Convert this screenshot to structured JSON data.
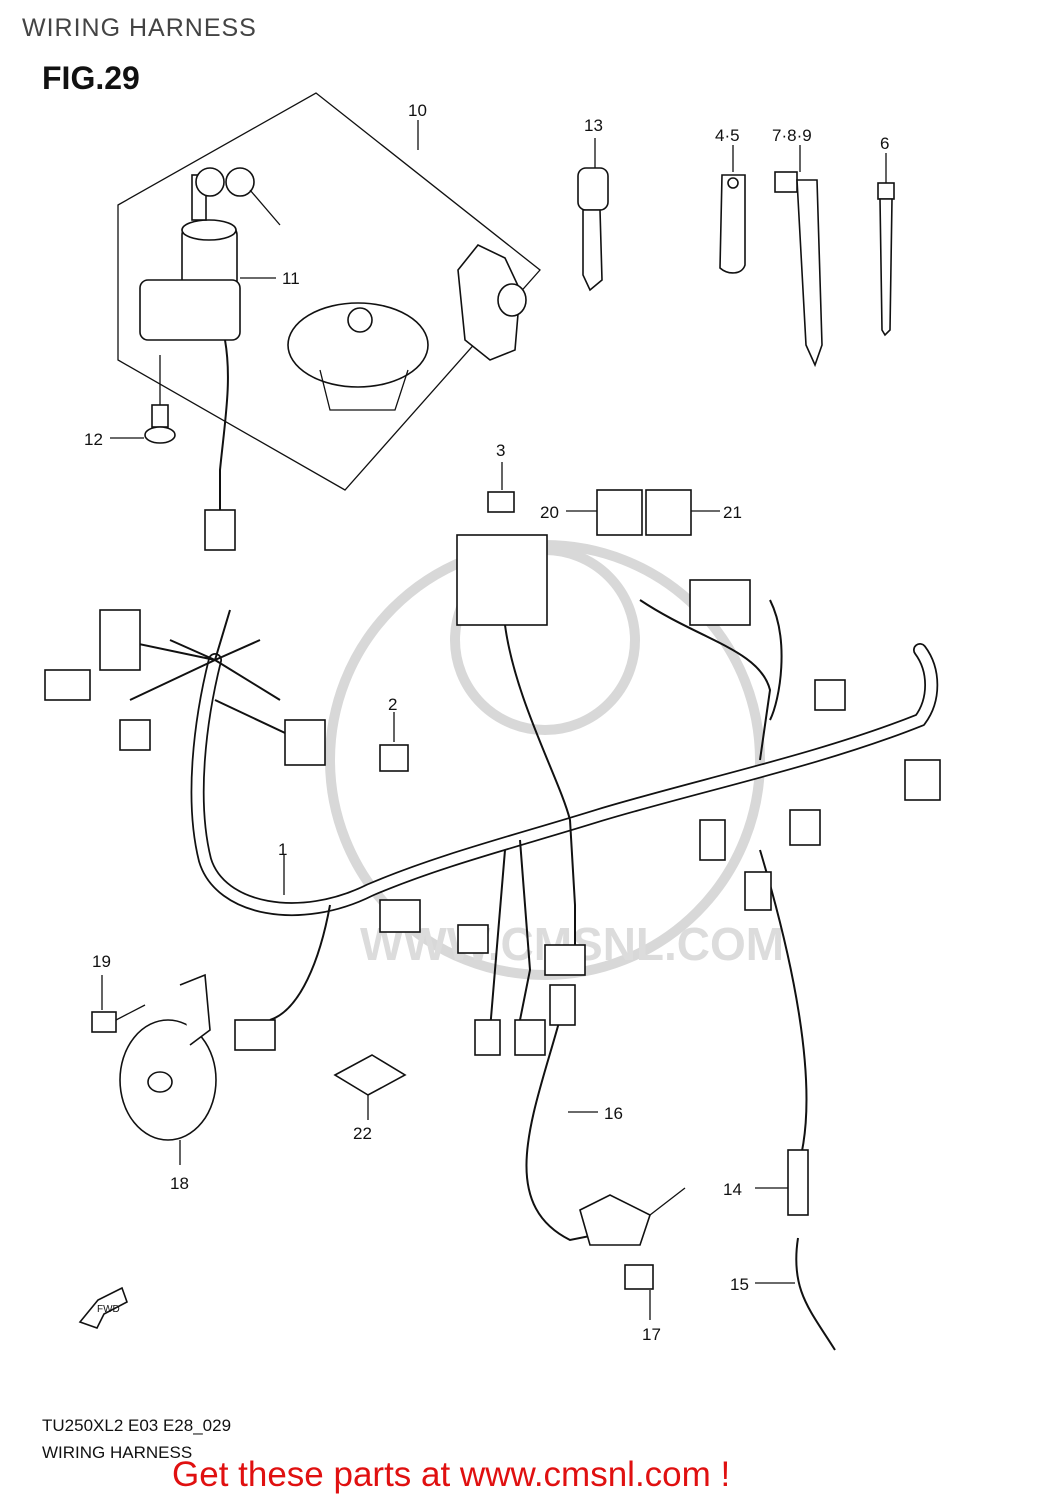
{
  "header": {
    "title": "WIRING HARNESS"
  },
  "figure": {
    "label": "FIG.29"
  },
  "callouts": [
    "10",
    "13",
    "4·5",
    "7·8·9",
    "6",
    "11",
    "12",
    "3",
    "20",
    "21",
    "2",
    "1",
    "19",
    "16",
    "22",
    "18",
    "14",
    "17",
    "15"
  ],
  "footer": {
    "model_code": "TU250XL2 E03 E28_029",
    "title": "WIRING HARNESS",
    "promo": "Get these parts at www.cmsnl.com !"
  },
  "watermark": {
    "text": "WWW.CMSNL.COM"
  },
  "fwd_label": "FWD",
  "colors": {
    "promo": "#e01010",
    "lines": "#111111",
    "watermark": "#d8d8d8"
  }
}
